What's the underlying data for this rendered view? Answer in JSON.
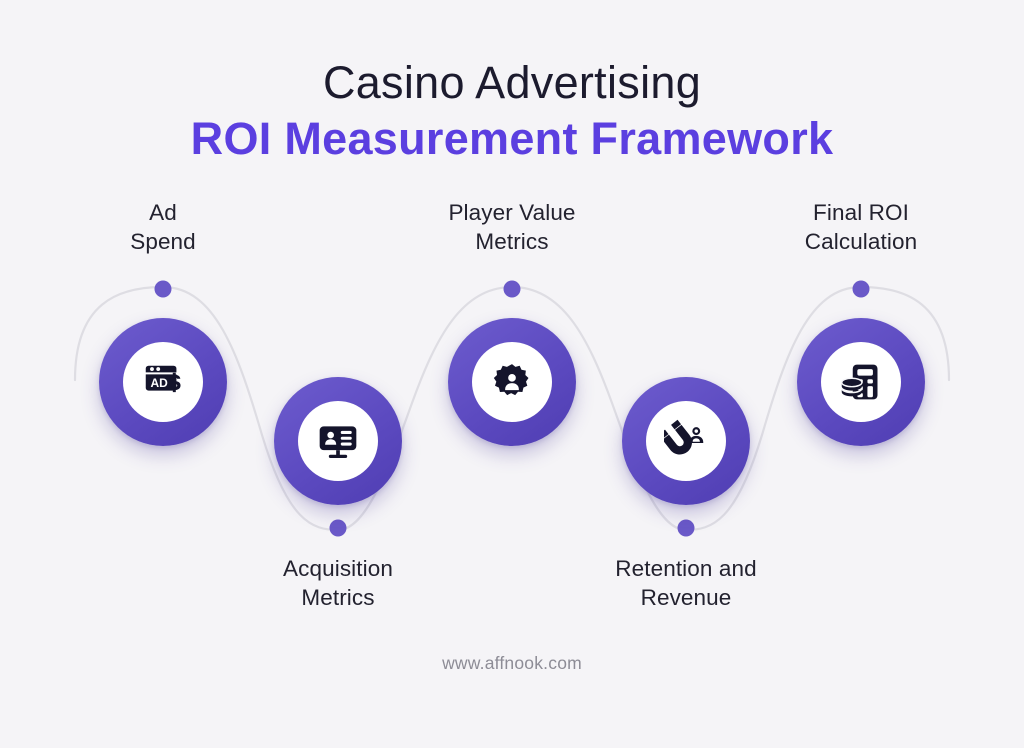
{
  "title": {
    "line1": "Casino Advertising",
    "line2": "ROI Measurement Framework"
  },
  "footer": {
    "url": "www.affnook.com"
  },
  "colors": {
    "background": "#F5F4F7",
    "accent_purple": "#5B3FE0",
    "ring_purple": "#5C4AC0",
    "dot_purple": "#6A59C8",
    "connector_gray": "#DEDDE3",
    "title_dark": "#1C1B2E",
    "label_dark": "#23222F",
    "footer_gray": "#8D8C96",
    "icon_dark": "#14142B"
  },
  "steps": [
    {
      "id": "ad-spend",
      "label_line1": "Ad",
      "label_line2": "Spend",
      "icon": "ads-browser-dollar-icon",
      "position": "top"
    },
    {
      "id": "acquisition-metrics",
      "label_line1": "Acquisition",
      "label_line2": "Metrics",
      "icon": "monitor-user-profile-icon",
      "position": "bottom"
    },
    {
      "id": "player-value-metrics",
      "label_line1": "Player Value",
      "label_line2": "Metrics",
      "icon": "gear-user-icon",
      "position": "top"
    },
    {
      "id": "retention-and-revenue",
      "label_line1": "Retention and",
      "label_line2": "Revenue",
      "icon": "magnet-user-icon",
      "position": "bottom"
    },
    {
      "id": "final-roi-calculation",
      "label_line1": "Final ROI",
      "label_line2": "Calculation",
      "icon": "calculator-coins-icon",
      "position": "top"
    }
  ]
}
